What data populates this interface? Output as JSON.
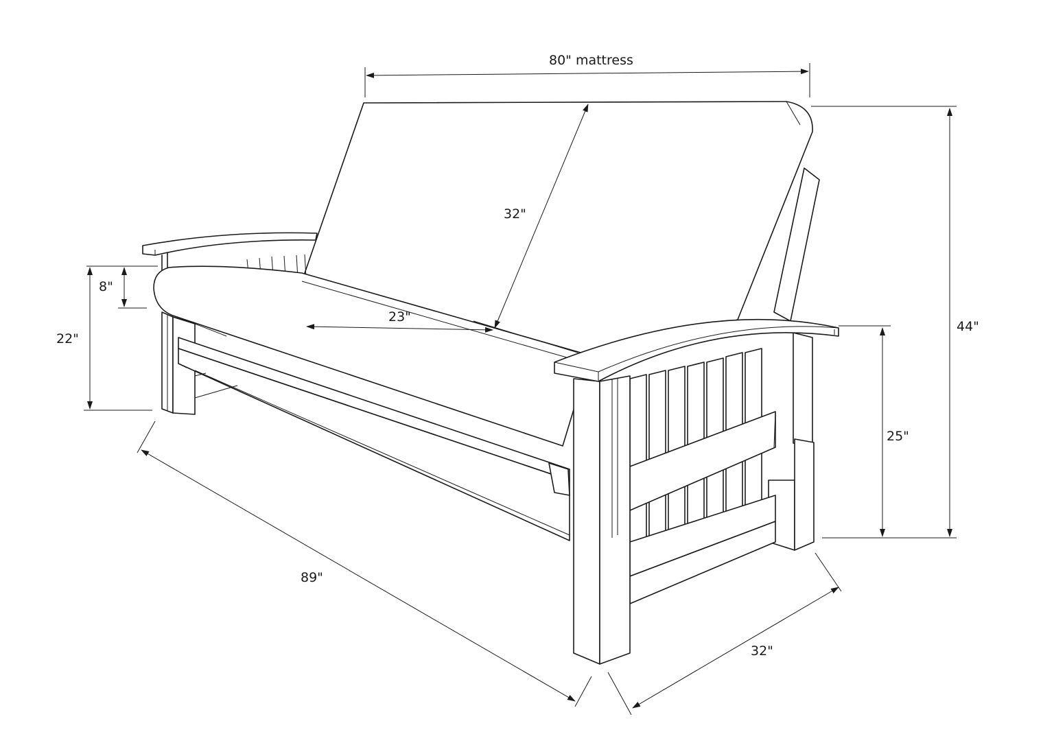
{
  "labels": {
    "mattress_width": "80\" mattress",
    "back_height": "32\"",
    "mattress_thickness": "8\"",
    "seat_height": "22\"",
    "seat_depth": "23\"",
    "overall_height": "44\"",
    "arm_height": "25\"",
    "overall_width": "89\"",
    "overall_depth": "32\""
  },
  "colors": {
    "line": "#1a1a1a",
    "background": "#ffffff"
  }
}
